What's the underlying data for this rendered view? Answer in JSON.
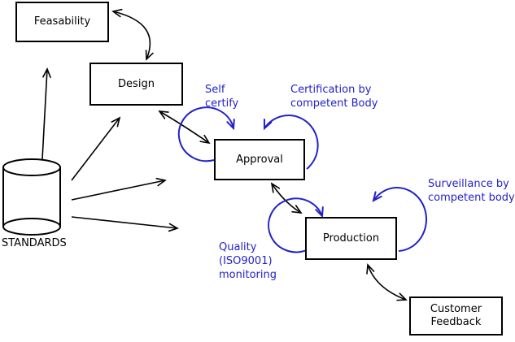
{
  "diagram": {
    "type": "flow-diagram",
    "background_color": "#ffffff",
    "line_color": "#000000",
    "annotation_color": "#2222cc",
    "nodes": [
      {
        "id": "feasability",
        "label": "Feasability",
        "shape": "rect"
      },
      {
        "id": "design",
        "label": "Design",
        "shape": "rect"
      },
      {
        "id": "approval",
        "label": "Approval",
        "shape": "rect"
      },
      {
        "id": "production",
        "label": "Production",
        "shape": "rect"
      },
      {
        "id": "customer-feedback",
        "label": "Customer\nFeedback",
        "shape": "rect"
      },
      {
        "id": "standards",
        "label": "STANDARDS",
        "shape": "cylinder"
      }
    ],
    "annotations": [
      {
        "id": "self-certify",
        "label": "Self\ncertify",
        "target": "approval"
      },
      {
        "id": "certification",
        "label": "Certification by\ncompetent Body",
        "target": "approval"
      },
      {
        "id": "surveillance",
        "label": "Surveillance by\ncompetent body",
        "target": "production"
      },
      {
        "id": "quality",
        "label": "Quality\n(ISO9001)\nmonitoring",
        "target": "production"
      }
    ],
    "edges": [
      {
        "from": "feasability",
        "to": "design",
        "bidirectional": true
      },
      {
        "from": "design",
        "to": "approval",
        "bidirectional": true
      },
      {
        "from": "approval",
        "to": "production",
        "bidirectional": true
      },
      {
        "from": "production",
        "to": "customer-feedback",
        "bidirectional": true
      },
      {
        "from": "standards",
        "to": "feasability",
        "bidirectional": false
      },
      {
        "from": "standards",
        "to": "design",
        "bidirectional": false
      },
      {
        "from": "standards",
        "to": "approval",
        "bidirectional": false
      },
      {
        "from": "standards",
        "to": "production",
        "bidirectional": false
      }
    ]
  }
}
